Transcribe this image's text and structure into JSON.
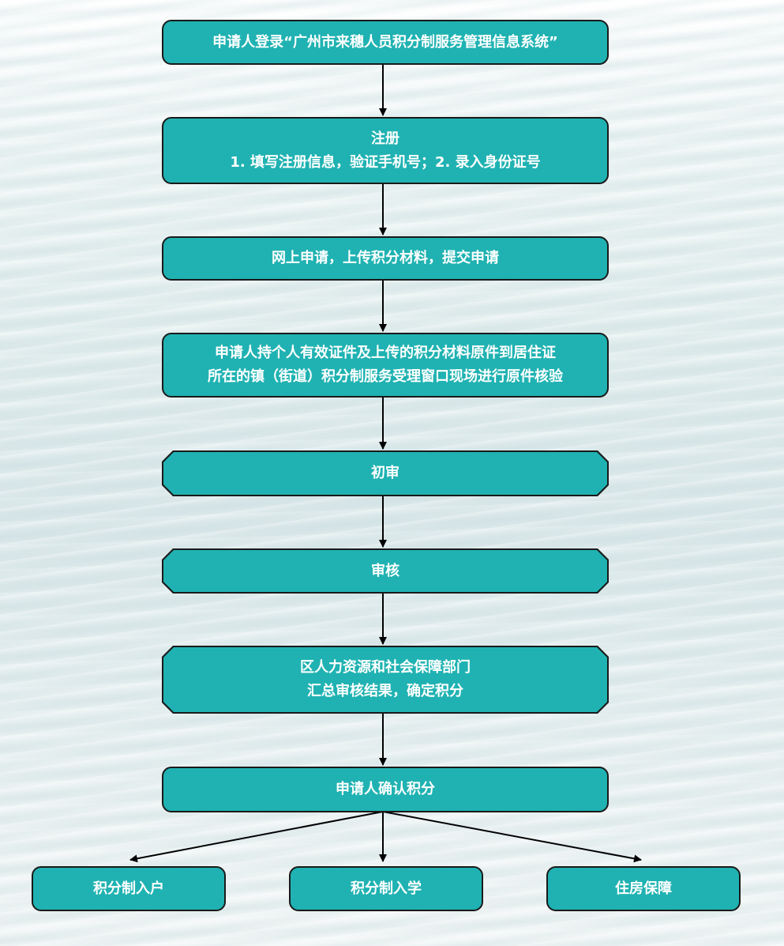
{
  "steps": {
    "login": "申请人登录“广州市来穗人员积分制服务管理信息系统”",
    "register_title": "注册",
    "register_detail": "1. 填写注册信息，验证手机号；2. 录入身份证号",
    "apply_online": "网上申请，上传积分材料，提交申请",
    "verify_line1": "申请人持个人有效证件及上传的积分材料原件到居住证",
    "verify_line2": "所在的镇（街道）积分制服务受理窗口现场进行原件核验",
    "preliminary_review": "初审",
    "review": "审核",
    "district_line1": "区人力资源和社会保障部门",
    "district_line2": "汇总审核结果，确定积分",
    "confirm_points": "申请人确认积分"
  },
  "outcomes": {
    "household": "积分制入户",
    "school": "积分制入学",
    "housing": "住房保障"
  },
  "colors": {
    "box_fill": "#20b2b2",
    "box_border": "#1a1a1a",
    "text": "#ffffff"
  }
}
